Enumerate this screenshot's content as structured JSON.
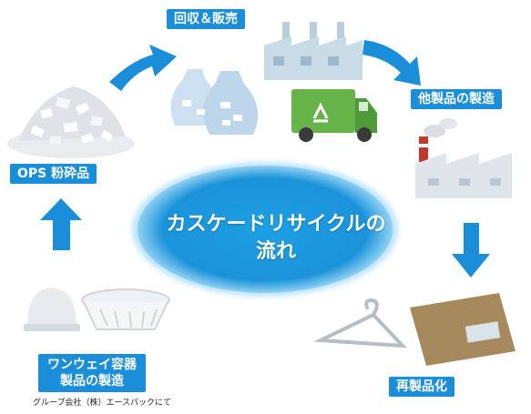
{
  "center": {
    "line1": "カスケードリサイクルの",
    "line2": "流れ"
  },
  "steps": {
    "collect_sell": "回収＆販売",
    "other_products": "他製品の製造",
    "remanufacture": "再製品化",
    "oneway_line1": "ワンウェイ容器",
    "oneway_line2": "製品の製造",
    "oneway_note": "グループ会社（株）エースパックにて",
    "ops": "OPS 粉砕品"
  },
  "colors": {
    "accent": "#1a8ed8",
    "arrow": "#1a8ed8",
    "ellipse": "#1c9be0",
    "truck": "#66b34a",
    "factory": "#b9cfdd",
    "box": "#a68a5d"
  },
  "icons": [
    "arrow-icon",
    "factory-icon",
    "recycle-truck-icon",
    "waste-bags-icon",
    "crushed-ops-icon",
    "smoking-factory-icon",
    "cardboard-box-icon",
    "hanger-icon",
    "dome-container-icon",
    "basket-container-icon",
    "recycle-icon"
  ]
}
